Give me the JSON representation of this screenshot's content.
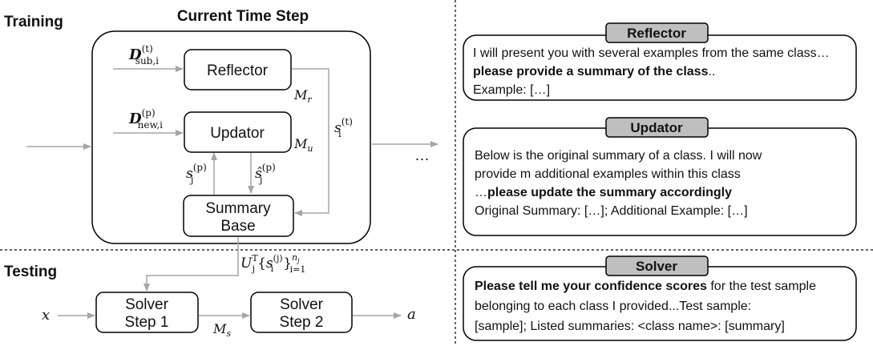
{
  "labels": {
    "training": "Training",
    "testing": "Testing",
    "current_time_step": "Current Time Step",
    "ellipsis": "…"
  },
  "boxes": {
    "reflector": "Reflector",
    "updator": "Updator",
    "summary_base_line1": "Summary",
    "summary_base_line2": "Base",
    "solver1_line1": "Solver",
    "solver1_line2": "Step 1",
    "solver2_line1": "Solver",
    "solver2_line2": "Step 2"
  },
  "math": {
    "d_sub": {
      "base": "D",
      "sub": "sub,i",
      "sup": "(t)"
    },
    "d_new": {
      "base": "D",
      "sub": "new,i",
      "sup": "(p)"
    },
    "m_r": {
      "base": "M",
      "sub": "r"
    },
    "m_u": {
      "base": "M",
      "sub": "u"
    },
    "m_s": {
      "base": "M",
      "sub": "s"
    },
    "s_t": {
      "base": "s",
      "sub": "i",
      "sup": "(t)"
    },
    "s_p": {
      "base": "s",
      "sub": "j",
      "sup": "(p)"
    },
    "s_hat_p": {
      "base": "ŝ",
      "sub": "j",
      "sup": "(p)"
    },
    "u_formula": {
      "u": "U",
      "u_sub": "j",
      "u_sup": "T",
      "lbrace": "{",
      "s": "s",
      "s_sub": "i",
      "s_sup": "(j)",
      "rbrace": "}",
      "lim_sub": "i=1",
      "lim_sup_base": "n",
      "lim_sup_sub": "j"
    },
    "x": "x",
    "a": "a"
  },
  "prompts": {
    "reflector": {
      "title": "Reflector",
      "p1": "I will present you with several examples from the same class…",
      "bold": "please provide a summary of the class",
      "p2": "..",
      "line3": "Example: […]"
    },
    "updator": {
      "title": "Updator",
      "line1": "Below is the original summary of a class. I will now",
      "line2": "provide m additional examples within this class",
      "pre": "…",
      "bold": "please update the summary accordingly",
      "line4": "Original Summary: […]; Additional Example: […]"
    },
    "solver": {
      "title": "Solver",
      "bold": "Please tell me your confidence scores",
      "p1": " for the test sample belonging to each class I provided...Test sample:",
      "line3": "[sample]; Listed summaries: <class name>: [summary]"
    }
  },
  "colors": {
    "arrow": "#a6a6a6",
    "title_tab_fill": "#bfbfbf",
    "stroke": "#000000"
  }
}
